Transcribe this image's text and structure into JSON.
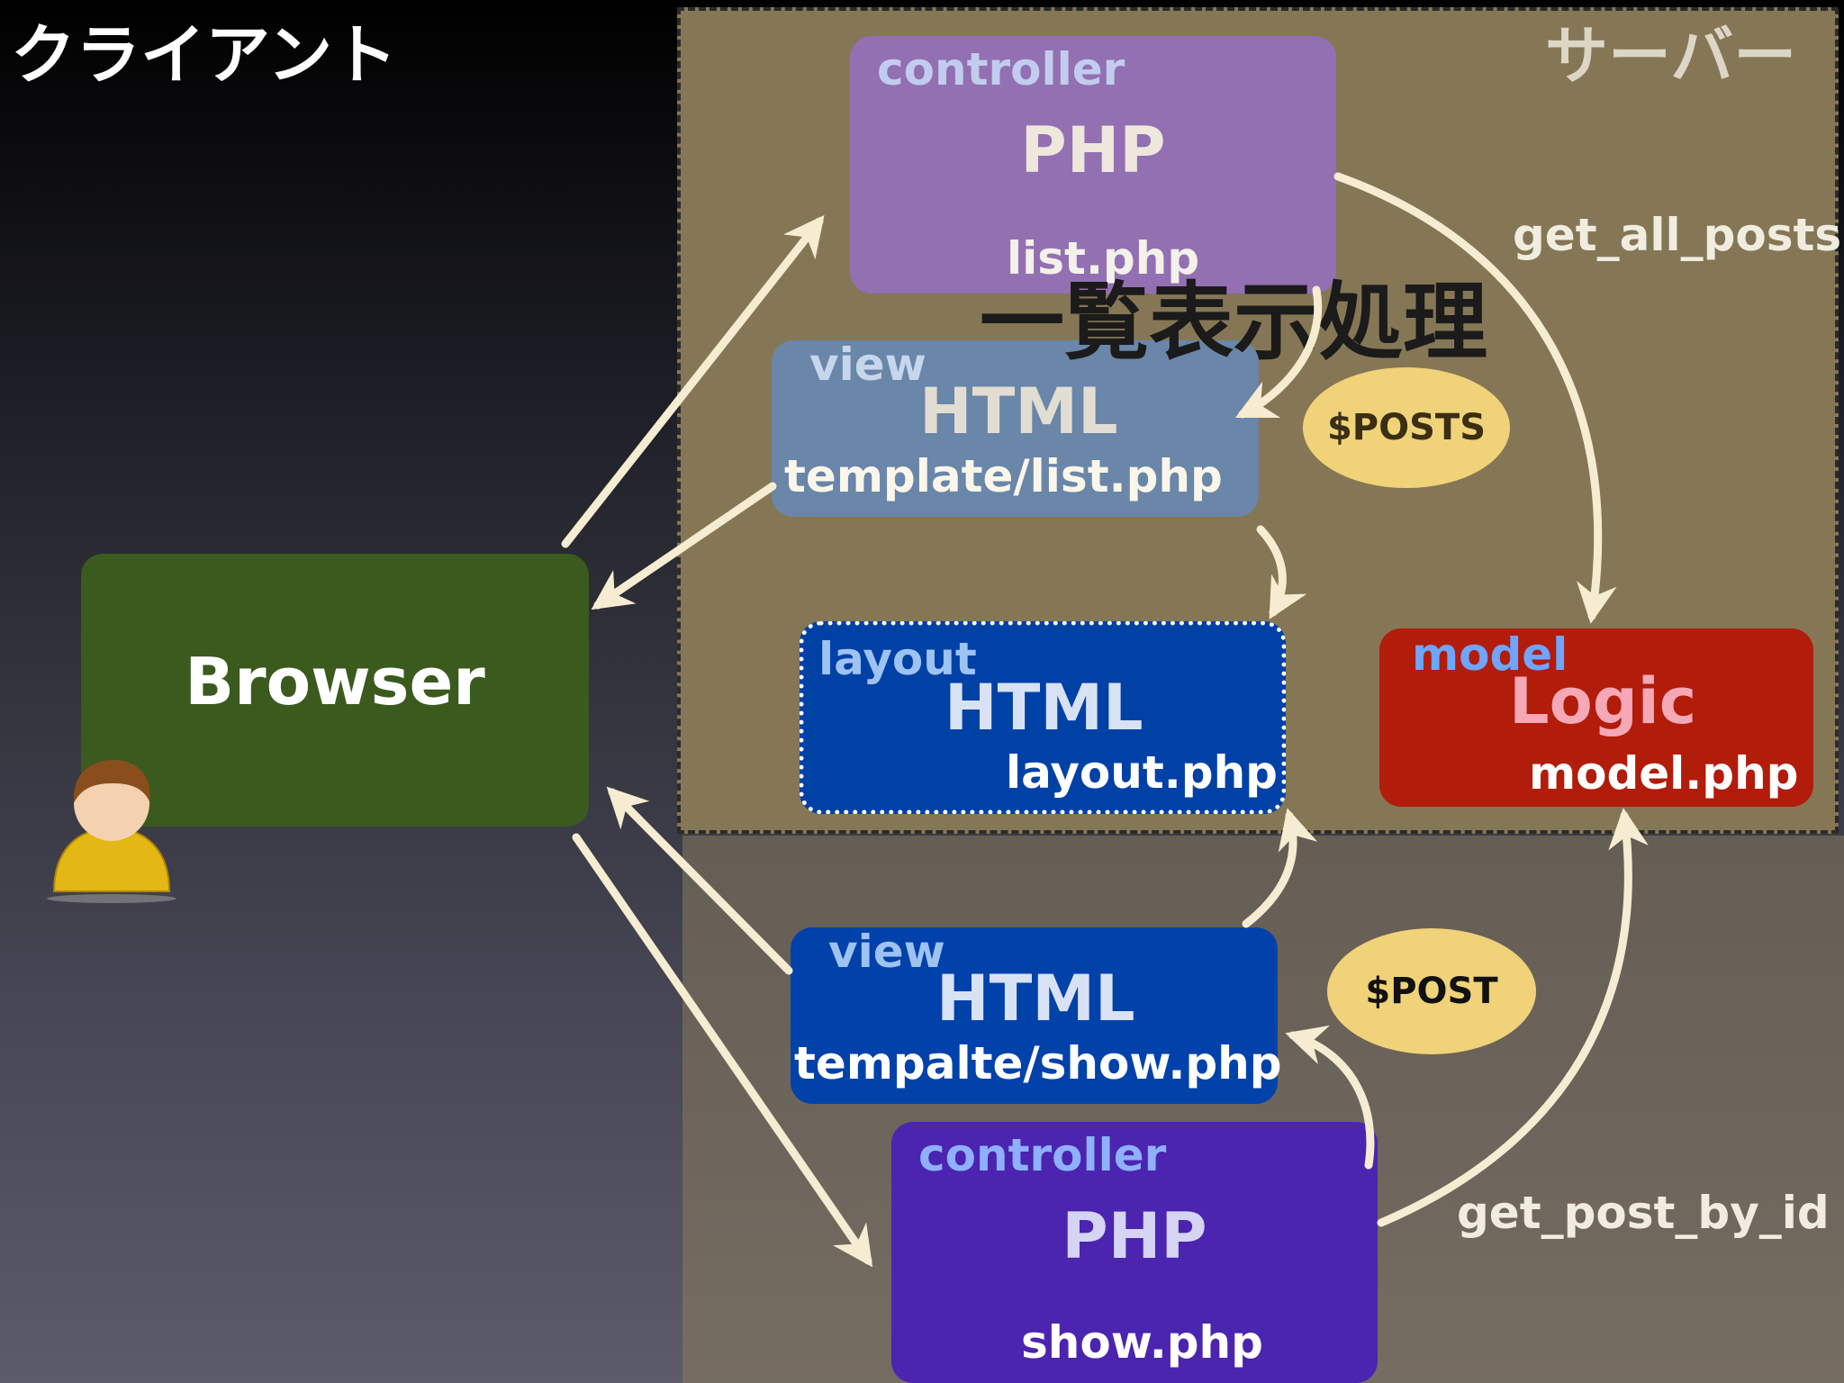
{
  "titles": {
    "client": "クライアント",
    "server": "サーバー"
  },
  "browser": {
    "label": "Browser"
  },
  "controller_list": {
    "role": "controller",
    "type": "PHP",
    "file": "list.php"
  },
  "view_list": {
    "role": "view",
    "type": "HTML",
    "file": "template/list.php"
  },
  "layout": {
    "role": "layout",
    "type": "HTML",
    "file": "layout.php"
  },
  "model": {
    "role": "model",
    "type": "Logic",
    "file": "model.php"
  },
  "view_show": {
    "role": "view",
    "type": "HTML",
    "file": "tempalte/show.php"
  },
  "controller_show": {
    "role": "controller",
    "type": "PHP",
    "file": "show.php"
  },
  "variables": {
    "posts": "$POSTS",
    "post": "$POST"
  },
  "functions": {
    "get_all_posts": "get_all_posts",
    "get_post_by_id": "get_post_by_id"
  },
  "overlay_text": "一覧表示処理",
  "colors": {
    "server_bg": "#857755",
    "browser": "#3b5a1e",
    "controller_list": "#9370b2",
    "view_list": "#6a86a8",
    "layout": "#0041a6",
    "model": "#b21c0a",
    "view_show": "#0042aa",
    "controller_show": "#4b24b0",
    "variable_bubble": "#f0d278"
  }
}
